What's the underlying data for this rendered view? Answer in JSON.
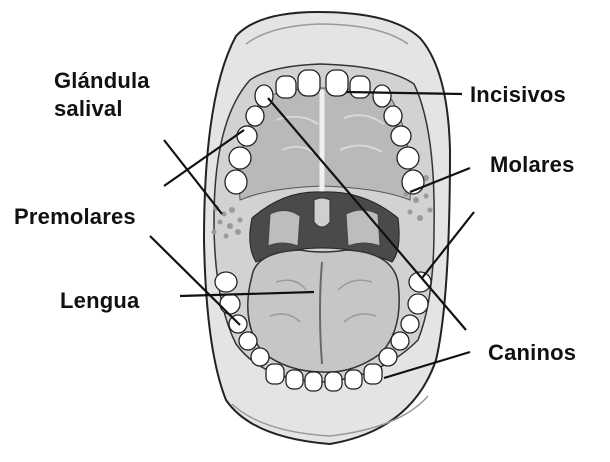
{
  "diagram": {
    "labels": {
      "glandula_line1": "Glándula",
      "glandula_line2": "salival",
      "incisivos": "Incisivos",
      "molares": "Molares",
      "premolares": "Premolares",
      "lengua": "Lengua",
      "caninos": "Caninos"
    },
    "colors": {
      "lip": "#e4e4e4",
      "palate": "#b9b9b9",
      "throat": "#4a4a4a",
      "tongue": "#c6c6c6",
      "tooth": "#ffffff",
      "outline": "#222222",
      "leader": "#111111"
    }
  }
}
